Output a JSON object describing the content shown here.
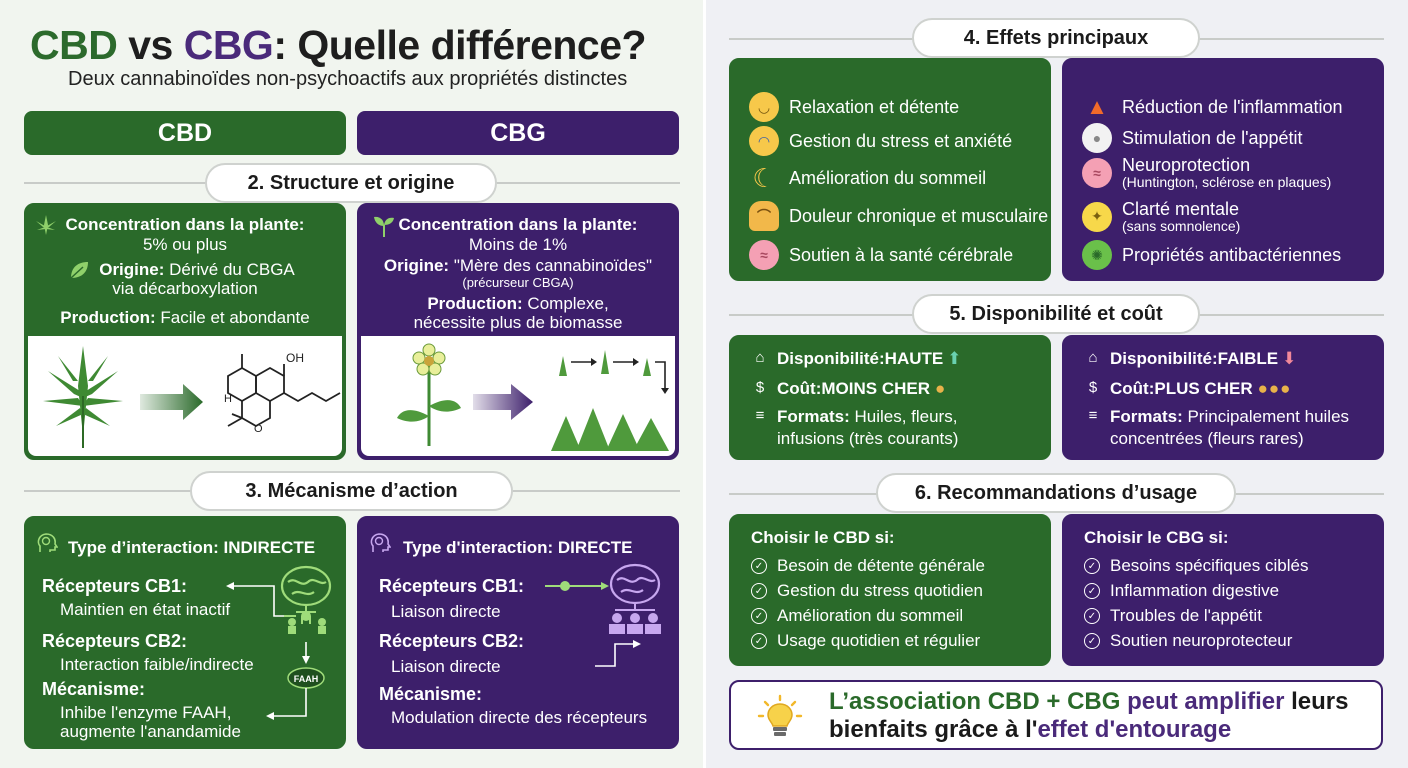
{
  "header": {
    "title_cbd": "CBD",
    "title_vs": " vs ",
    "title_cbg": "CBG",
    "title_rest": ": Quelle différence?",
    "subtitle": "Deux cannabinoïdes non-psychoactifs aux propriétés distinctes"
  },
  "columns": {
    "cbd": "CBD",
    "cbg": "CBG"
  },
  "section2": {
    "title": "2. Structure et origine",
    "cbd": {
      "conc_label": "Concentration dans la plante:",
      "conc_value": "5% ou plus",
      "origin_label": "Origine:",
      "origin_value": " Dérivé du CBGA",
      "origin_value2": "via décarboxylation",
      "prod_label": "Production:",
      "prod_value": " Facile et abondante"
    },
    "cbg": {
      "conc_label": "Concentration dans la plante:",
      "conc_value": "Moins de 1%",
      "origin_label": "Origine:",
      "origin_value": " \"Mère des cannabinoïdes\"",
      "origin_note": "(précurseur CBGA)",
      "prod_label": "Production:",
      "prod_value": " Complexe,",
      "prod_value2": "nécessite plus de biomasse"
    },
    "molecule_label": "OH"
  },
  "section3": {
    "title": "3. Mécanisme d’action",
    "cbd": {
      "type_label": "Type d’interaction: INDIRECTE",
      "cb1": "Récepteurs CB1:",
      "cb1_desc": "Maintien en état inactif",
      "cb2": "Récepteurs CB2:",
      "cb2_desc": "Interaction faible/indirecte",
      "mech": "Mécanisme:",
      "mech_desc1": "Inhibe l'enzyme FAAH,",
      "mech_desc2": "augmente l'anandamide",
      "enzyme": "FAAH"
    },
    "cbg": {
      "type_label": "Type d'interaction: DIRECTE",
      "cb1": "Récepteurs CB1:",
      "cb1_desc": "Liaison directe",
      "cb2": "Récepteurs CB2:",
      "cb2_desc": "Liaison directe",
      "mech": "Mécanisme:",
      "mech_desc": "Modulation directe des récepteurs"
    }
  },
  "section4": {
    "title": "4. Effets principaux",
    "cbd": [
      {
        "icon": "relieved-face-icon",
        "label": "Relaxation et détente"
      },
      {
        "icon": "anxious-face-icon",
        "label": "Gestion du stress et anxiété"
      },
      {
        "icon": "moon-icon",
        "label": "Amélioration du sommeil"
      },
      {
        "icon": "flexed-arm-icon",
        "label": "Douleur chronique et musculaire"
      },
      {
        "icon": "brain-icon",
        "label": "Soutien à la santé cérébrale"
      }
    ],
    "cbg": [
      {
        "icon": "fire-icon",
        "label": "Réduction de l'inflammation"
      },
      {
        "icon": "plate-icon",
        "label": "Stimulation de l'appétit"
      },
      {
        "icon": "brain-icon",
        "label": "Neuroprotection",
        "note": "(Huntington, sclérose en plaques)"
      },
      {
        "icon": "lightbulb-icon",
        "label": "Clarté mentale",
        "note": "(sans somnolence)"
      },
      {
        "icon": "microbe-icon",
        "label": "Propriétés antibactériennes"
      }
    ]
  },
  "section5": {
    "title": "5. Disponibilité et coût",
    "cbd": {
      "avail_label": "Disponibilité:",
      "avail_value": " HAUTE",
      "cost_label": "Coût:",
      "cost_value": " MOINS CHER",
      "formats_label": "Formats:",
      "formats_value": " Huiles, fleurs,",
      "formats_value2": "infusions (très courants)"
    },
    "cbg": {
      "avail_label": "Disponibilité:",
      "avail_value": " FAIBLE",
      "cost_label": "Coût:",
      "cost_value": " PLUS CHER",
      "formats_label": "Formats:",
      "formats_value": " Principalement huiles",
      "formats_value2": "concentrées (fleurs rares)"
    }
  },
  "section6": {
    "title": "6. Recommandations d’usage",
    "cbd": {
      "heading": "Choisir le CBD si:",
      "items": [
        "Besoin de détente générale",
        "Gestion du stress quotidien",
        "Amélioration du sommeil",
        "Usage quotidien et régulier"
      ]
    },
    "cbg": {
      "heading": "Choisir le CBG si:",
      "items": [
        "Besoins spécifiques ciblés",
        "Inflammation digestive",
        "Troubles de l'appétit",
        "Soutien neuroprotecteur"
      ]
    }
  },
  "footer": {
    "p1": "L’association ",
    "p2": "CBD",
    "p3": " + ",
    "p4": "CBG",
    "p5": " peut ",
    "p6": "amplifier",
    "p7": " leurs",
    "p8": "bienfaits grâce à l'",
    "p9": "effet d'entourage"
  },
  "colors": {
    "green": "#2a6a2a",
    "purple": "#3d1f6b"
  }
}
